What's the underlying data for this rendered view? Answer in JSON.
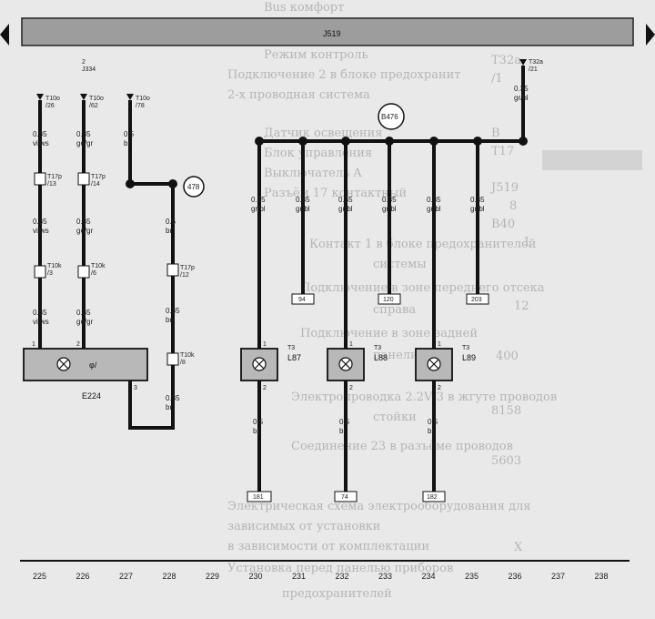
{
  "header": {
    "bar_label": "J519"
  },
  "bg_text": [
    "Bus комфорт",
    "Режим контроль",
    "Подключение 2 в блоке предохранит",
    "2-х проводная система",
    "Датчик освещения",
    "Блок управления",
    "Выключатель A",
    "Разъём 17 контактный",
    "Контакт 1 в блоке предохранителей",
    "системы",
    "Подключение в зоне переднего отсека",
    "справа",
    "Подключение в зоне задней",
    "панели",
    "Электропроводка 2.2V/3 в жгуте проводов",
    "стойки",
    "Соединение 23 в разъёме проводов",
    "Электрическая схема электрооборудования для",
    "зависимых от установки",
    "в зависимости от комплектации",
    "Установка перед панелью приборов",
    "предохранителей"
  ],
  "bg_side": [
    "T32a",
    "/1",
    "T17",
    "J519",
    "B",
    "8",
    "B40",
    "1",
    "400",
    "12",
    "8158",
    "5603",
    "X"
  ],
  "wires": {
    "w225_top_conn": [
      "T10o",
      "/26"
    ],
    "w225_a": [
      "0.35",
      "vi/ws"
    ],
    "w225_t17": [
      "T17p",
      "/13"
    ],
    "w225_b": [
      "0.35",
      "vi/ws"
    ],
    "w225_t10": [
      "T10k",
      "/3"
    ],
    "w225_c": [
      "0.35",
      "vi/ws"
    ],
    "w226_x": [
      "2",
      "J334"
    ],
    "w226_top_conn": [
      "T10o",
      "/62"
    ],
    "w226_a": [
      "0.35",
      "ge/gr"
    ],
    "w226_t17": [
      "T17p",
      "/14"
    ],
    "w226_b": [
      "0.35",
      "ge/gr"
    ],
    "w226_t10": [
      "T10k",
      "/6"
    ],
    "w226_c": [
      "0.35",
      "ge/gr"
    ],
    "w227_top_conn": [
      "T10o",
      "/78"
    ],
    "w227_a": [
      "0.5",
      "br"
    ],
    "w228_a": [
      "0.5",
      "br"
    ],
    "w228_t17": [
      "T17p",
      "/12"
    ],
    "w228_b": [
      "0.35",
      "br"
    ],
    "w228_t10": [
      "T10k",
      "/8"
    ],
    "w228_c": [
      "0.35",
      "br"
    ],
    "w230_a": [
      "0.35",
      "gr/bl"
    ],
    "w230_b": [
      "0.5",
      "br"
    ],
    "w231_a": [
      "0.35",
      "gr/bl"
    ],
    "w232_a": [
      "0.35",
      "gr/bl"
    ],
    "w232_b": [
      "0.5",
      "br"
    ],
    "w233_a": [
      "0.35",
      "gr/bl"
    ],
    "w234_a": [
      "0.35",
      "gr/bl"
    ],
    "w234_b": [
      "0.5",
      "br"
    ],
    "w235_a": [
      "0.35",
      "gr/bl"
    ],
    "w236_top_conn": [
      "T32a",
      "/21"
    ],
    "w236_a": [
      "0.35",
      "gr/bl"
    ]
  },
  "circles": {
    "c478": "478",
    "b476": "B476"
  },
  "terminals": {
    "t231": "94",
    "t233": "120",
    "t235": "203",
    "t230": "181",
    "t232": "74",
    "t234": "182"
  },
  "components": {
    "e224": "E224",
    "l87": "L87",
    "l88": "L88",
    "l89": "L89",
    "pin1": "1",
    "pin2": "2",
    "pin3": "3",
    "t3": "T3"
  },
  "columns": [
    "225",
    "226",
    "227",
    "228",
    "229",
    "230",
    "231",
    "232",
    "233",
    "234",
    "235",
    "236",
    "237",
    "238"
  ]
}
